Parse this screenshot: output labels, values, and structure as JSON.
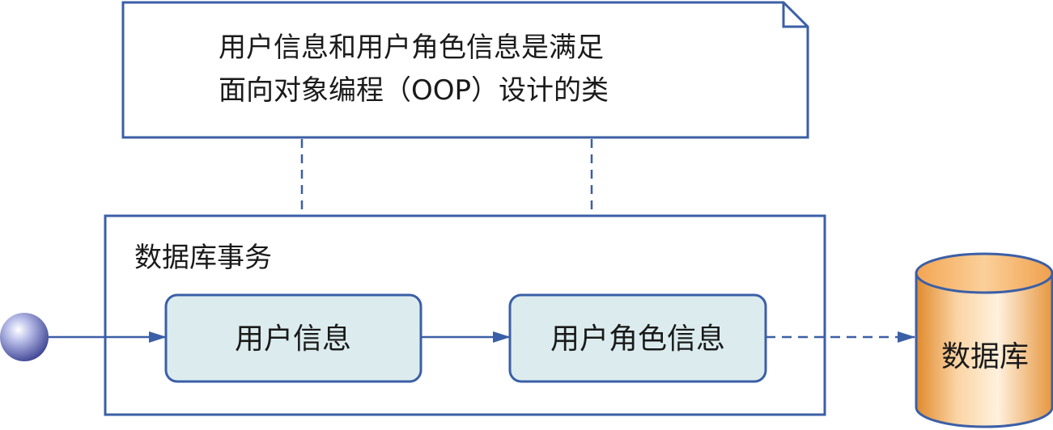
{
  "note": {
    "line1": "用户信息和用户角色信息是满足",
    "line2": "面向对象编程（OOP）设计的类"
  },
  "transaction": {
    "title": "数据库事务",
    "step1": "用户信息",
    "step2": "用户角色信息"
  },
  "database": {
    "label": "数据库"
  },
  "colors": {
    "border": "#3b5fa6",
    "node_fill": "#dcecee",
    "cylinder_fill": "#f6b46b",
    "start_fill": "#8e95cf"
  }
}
